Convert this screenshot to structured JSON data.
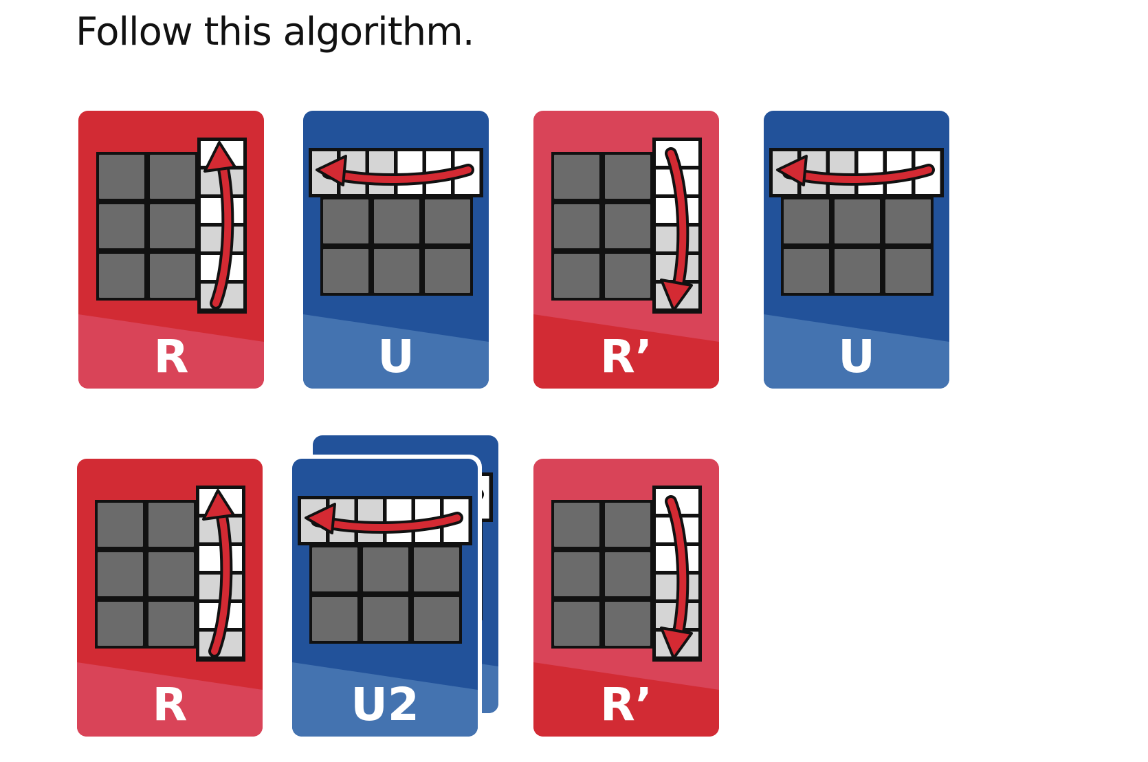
{
  "title": "Follow this algorithm.",
  "colors": {
    "red_dark": "#d22b34",
    "red_light": "#d94458",
    "blue_dark": "#22529a",
    "blue_light": "#4473b0",
    "sticker_gray": "#6b6b6b",
    "sticker_white": "#ffffff",
    "sticker_light": "#d5d5d5",
    "arrow_red": "#d42a33"
  },
  "moves": [
    {
      "label": "R",
      "face": "R",
      "direction": "up",
      "variant": "red-top-dark"
    },
    {
      "label": "U",
      "face": "U",
      "direction": "left",
      "variant": "blue-top-dark"
    },
    {
      "label": "R’",
      "face": "R",
      "direction": "down",
      "variant": "red-top-light"
    },
    {
      "label": "U",
      "face": "U",
      "direction": "left",
      "variant": "blue-top-dark"
    },
    {
      "label": "R",
      "face": "R",
      "direction": "up",
      "variant": "red-top-dark"
    },
    {
      "label": "U2",
      "face": "U",
      "direction": "left",
      "variant": "blue-top-dark",
      "double": true
    },
    {
      "label": "R’",
      "face": "R",
      "direction": "down",
      "variant": "red-top-light"
    }
  ]
}
